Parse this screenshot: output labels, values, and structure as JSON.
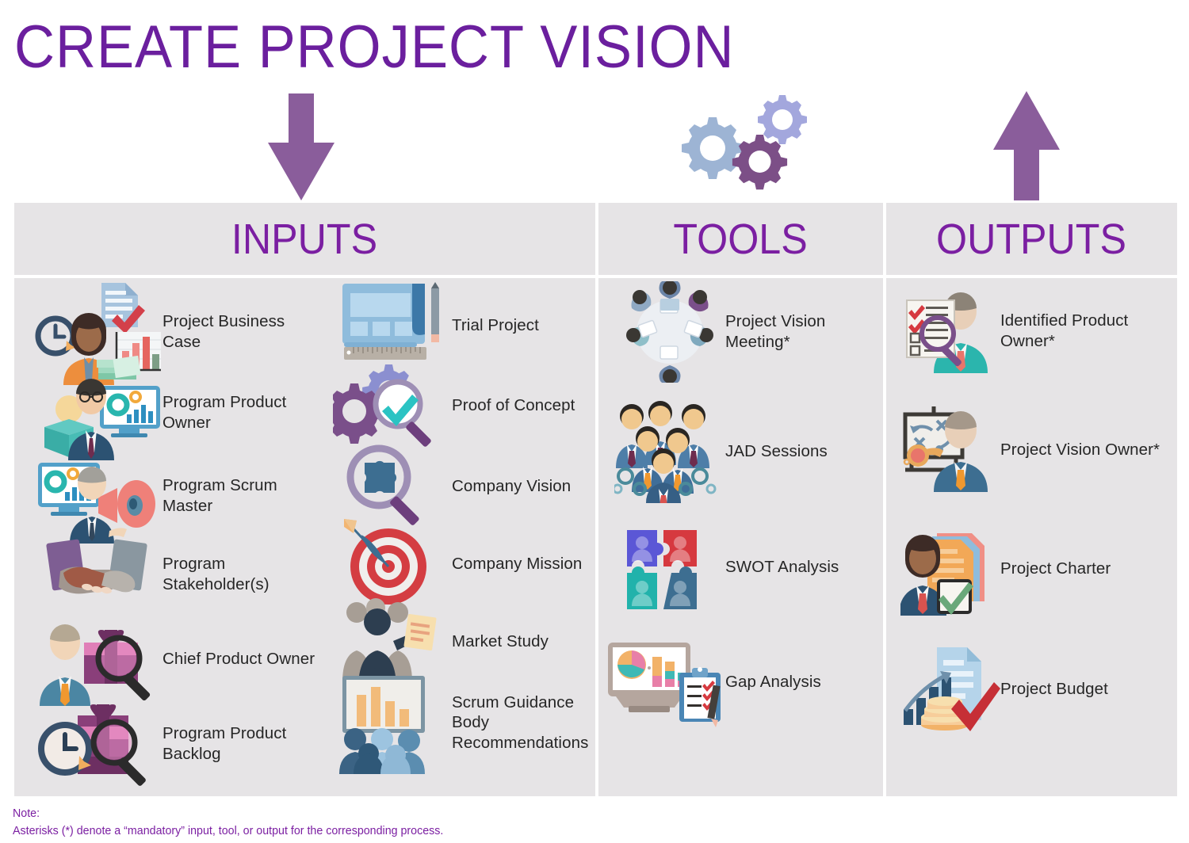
{
  "page": {
    "title": "CREATE PROJECT VISION",
    "accent_purple": "#7b1fa2",
    "title_purple": "#6b1f9e",
    "panel_bg": "#e6e4e6",
    "label_color": "#262626",
    "arrow_color": "#8a5d9b"
  },
  "arrows": {
    "down_name": "down-arrow",
    "up_name": "up-arrow",
    "gears_name": "gears-cluster"
  },
  "columns": [
    {
      "id": "inputs",
      "header": "INPUTS",
      "groups": [
        {
          "items": [
            {
              "label": "Project Business Case",
              "icon": "business-case-icon"
            },
            {
              "label": "Program Product Owner",
              "icon": "product-owner-icon"
            },
            {
              "label": "Program Scrum Master",
              "icon": "scrum-master-icon"
            },
            {
              "label": "Program Stakeholder(s)",
              "icon": "handshake-icon"
            },
            {
              "label": "Chief Product Owner",
              "icon": "chief-product-owner-icon"
            },
            {
              "label": "Program Product Backlog",
              "icon": "product-backlog-icon"
            }
          ]
        },
        {
          "items": [
            {
              "label": "Trial Project",
              "icon": "blueprint-icon"
            },
            {
              "label": "Proof of Concept",
              "icon": "gears-check-icon"
            },
            {
              "label": "Company Vision",
              "icon": "puzzle-magnifier-icon"
            },
            {
              "label": "Company Mission",
              "icon": "target-dart-icon"
            },
            {
              "label": "Market Study",
              "icon": "market-study-icon"
            },
            {
              "label": "Scrum Guidance Body Recommendations",
              "icon": "guidance-body-icon"
            }
          ]
        }
      ]
    },
    {
      "id": "tools",
      "header": "TOOLS",
      "groups": [
        {
          "items": [
            {
              "label": "Project Vision Meeting*",
              "icon": "meeting-table-icon"
            },
            {
              "label": "JAD Sessions",
              "icon": "jad-team-icon"
            },
            {
              "label": "SWOT Analysis",
              "icon": "swot-puzzle-icon"
            },
            {
              "label": "Gap Analysis",
              "icon": "gap-analysis-icon"
            }
          ]
        }
      ]
    },
    {
      "id": "outputs",
      "header": "OUTPUTS",
      "groups": [
        {
          "items": [
            {
              "label": "Identified Product Owner*",
              "icon": "identified-product-owner-icon"
            },
            {
              "label": "Project Vision Owner*",
              "icon": "vision-owner-icon"
            },
            {
              "label": "Project Charter",
              "icon": "project-charter-icon"
            },
            {
              "label": "Project Budget",
              "icon": "project-budget-icon"
            }
          ]
        }
      ]
    }
  ],
  "note": {
    "line1": "Note:",
    "line2": "Asterisks (*) denote a “mandatory” input, tool, or output for the corresponding process."
  }
}
